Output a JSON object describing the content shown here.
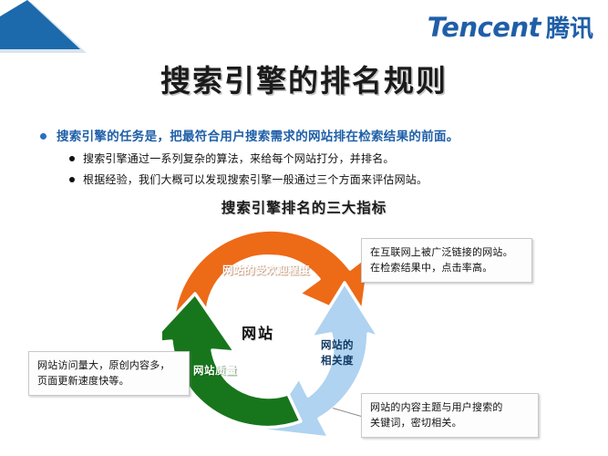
{
  "header": {
    "brand_latin": "Tencent",
    "brand_cn": "腾讯",
    "brand_color": "#1f5fa8",
    "corner_logo_icon": "blue-triangle-logo"
  },
  "title": "搜索引擎的排名规则",
  "bullets": {
    "primary": "搜索引擎的任务是，把最符合用户搜索需求的网站排在检索结果的前面。",
    "primary_color": "#1f5fa8",
    "sub_items": [
      "搜索引擎通过一系列复杂的算法，来给每个网站打分，并排名。",
      "根据经验，我们大概可以发现搜索引擎一般通过三个方面来评估网站。"
    ]
  },
  "diagram": {
    "heading": "搜索引擎排名的三大指标",
    "center_label": "网站",
    "segments": [
      {
        "name": "popularity",
        "label": "网站的受欢迎程度",
        "color": "#ED6A17",
        "text_color": "#ffffff"
      },
      {
        "name": "relevance",
        "label": "网站的\n相关度",
        "label_line1": "网站的",
        "label_line2": "相关度",
        "color": "#AFD3F0",
        "text_color": "#123a63"
      },
      {
        "name": "quality",
        "label": "网站质量",
        "color": "#17761C",
        "text_color": "#ffffff"
      }
    ]
  },
  "callouts": [
    {
      "name": "callout-popularity",
      "lines": [
        "在互联网上被广泛链接的网站。",
        "在检索结果中，点击率高。"
      ]
    },
    {
      "name": "callout-quality",
      "lines": [
        "网站访问量大，原创内容多，",
        "页面更新速度快等。"
      ]
    },
    {
      "name": "callout-relevance",
      "lines": [
        "网站的内容主题与用户搜索的",
        "关键词，密切相关。"
      ]
    }
  ]
}
